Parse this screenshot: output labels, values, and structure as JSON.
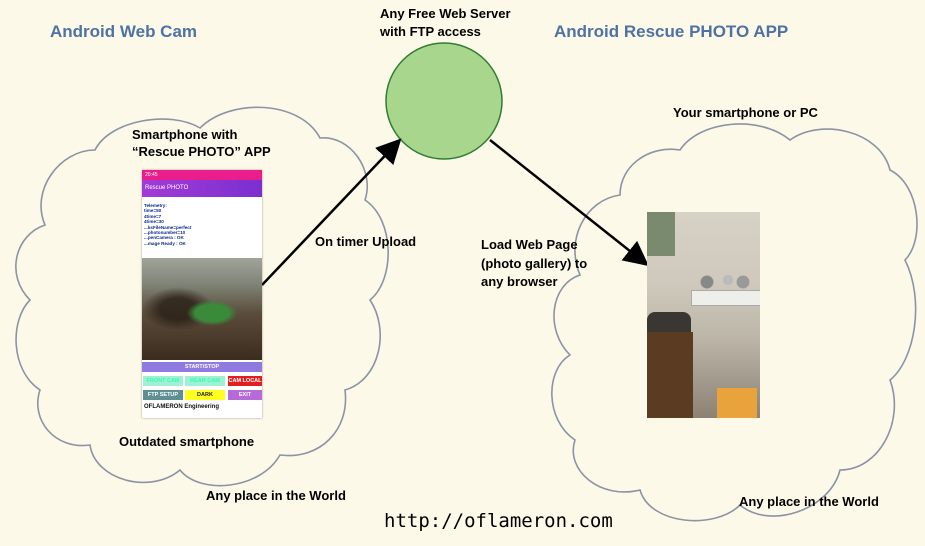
{
  "headings": {
    "left": "Android Web Cam",
    "right": "Android Rescue PHOTO APP",
    "server": [
      "Any Free Web Server",
      "with FTP access"
    ]
  },
  "left_cloud": {
    "phone_caption": [
      "Smartphone with",
      "“Rescue PHOTO” APP"
    ],
    "bottom_label": "Outdated smartphone",
    "place": "Any place in the World"
  },
  "right_cloud": {
    "top_label": "Your smartphone or PC",
    "place": "Any place in the World"
  },
  "arrows": {
    "upload": "On timer Upload",
    "load": [
      "Load Web Page",
      "(photo gallery) to",
      "any browser"
    ]
  },
  "phone": {
    "status_text": "20:45",
    "app_title": "Rescue PHOTO",
    "telemetry": "Telemetry:\ntime=50\n4time=7\n4time=30\n...ksFileName=perfect\n...photonumber=10\n...penCamera : OK\n...mage Ready : OK",
    "buttons": {
      "start_stop": "START/STOP",
      "front_cam": "FRONT CAM",
      "rear_cam": "REAR CAM",
      "cam_local": "CAM LOCAL",
      "ftp_setup": "FTP SETUP",
      "dark": "DARK",
      "exit": "EXIT"
    },
    "footer": "OFLAMERON Engineering"
  },
  "url": "http://oflameron.com",
  "colors": {
    "background": "#fdf9e8",
    "heading": "#4f72a4",
    "cloud_stroke": "#8a94a6",
    "server_fill": "#a8d68c",
    "server_stroke": "#2e7d32"
  }
}
